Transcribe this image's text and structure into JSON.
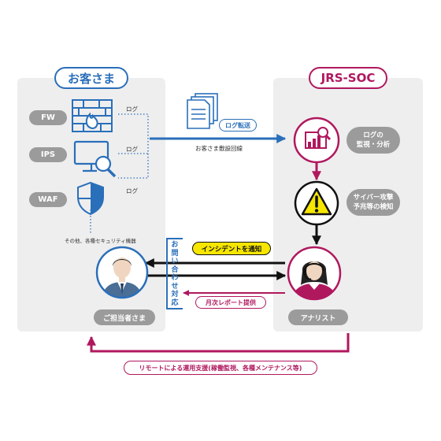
{
  "customer": {
    "title": "お客さま"
  },
  "soc": {
    "title": "JRS-SOC"
  },
  "devices": [
    {
      "name": "FW",
      "icon": "firewall-icon",
      "log": "ログ"
    },
    {
      "name": "IPS",
      "icon": "monitor-search-icon",
      "log": "ログ"
    },
    {
      "name": "WAF",
      "icon": "shield-icon",
      "log": "ログ"
    }
  ],
  "other_devices": "その他、各種セキュリティ機器",
  "log_transfer": "ログ転送",
  "customer_line": "お客さま敷設回線",
  "soc_steps": {
    "monitor": {
      "line1": "ログの",
      "line2": "監視・分析",
      "icon": "analytics-chart-icon"
    },
    "detect": {
      "line1": "サイバー攻撃",
      "line2": "予兆等の検知",
      "icon": "warning-icon"
    }
  },
  "incident_notice": "インシデントを通知",
  "inquiry_label": [
    "お",
    "問",
    "い",
    "合",
    "わ",
    "せ",
    "対",
    "応"
  ],
  "monthly_report": "月次レポート提供",
  "person_customer": "ご担当者さま",
  "person_analyst": "アナリスト",
  "remote_support": "リモートによる運用支援(稼働監視、各種メンテナンス等)",
  "colors": {
    "blue": "#2a6fba",
    "magenta": "#b0185e",
    "yellow": "#f6e600",
    "gray": "#9b9b9b",
    "panel": "#eeeeee",
    "dark": "#111111"
  }
}
